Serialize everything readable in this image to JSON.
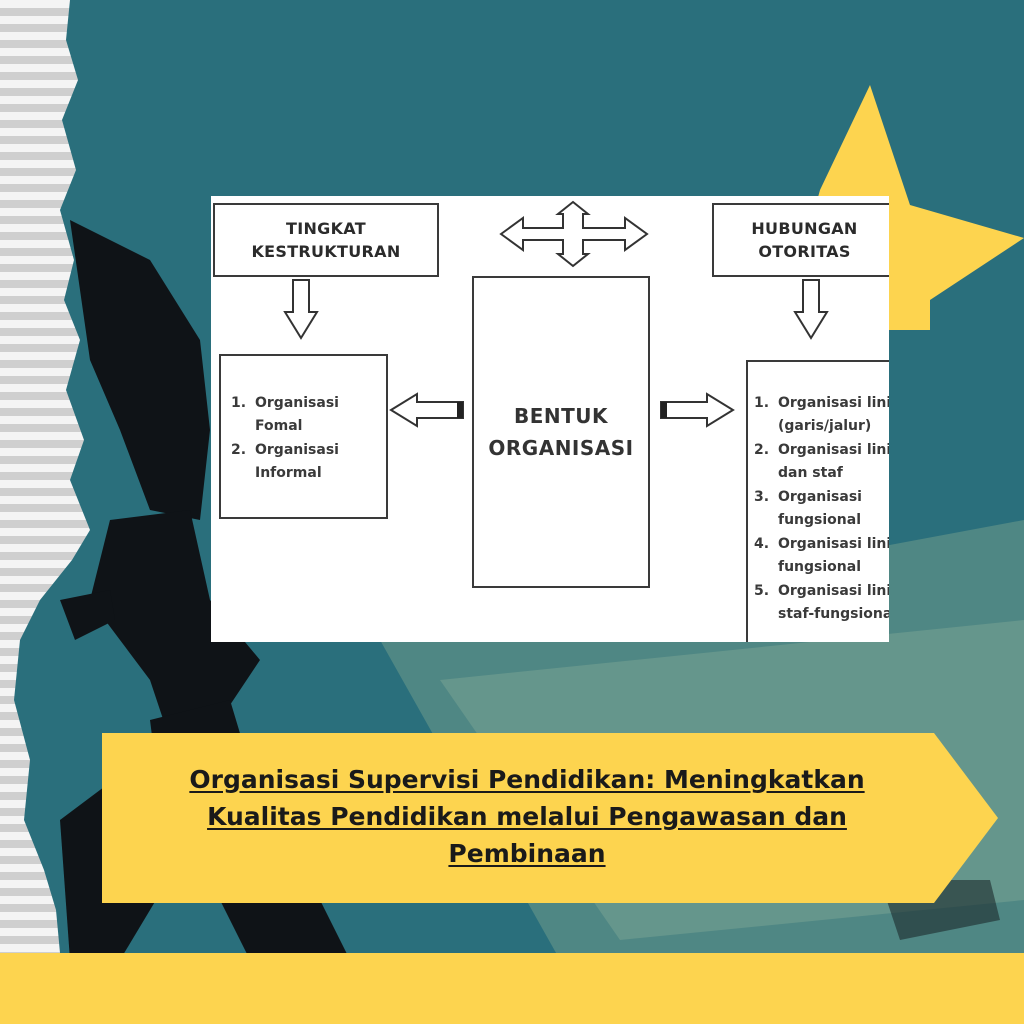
{
  "colors": {
    "background": "#2a6f7c",
    "accent_yellow": "#fdd44f",
    "stripe_light": "#f3f3f3",
    "stripe_dark": "#d0d0d0",
    "silhouette": "#101418",
    "title_text": "#1a1a1a"
  },
  "diagram": {
    "left_header": {
      "line1": "TINGKAT",
      "line2": "KESTRUKTURAN"
    },
    "right_header": {
      "line1": "HUBUNGAN",
      "line2": "OTORITAS"
    },
    "center_box": {
      "line1": "BENTUK",
      "line2": "ORGANISASI"
    },
    "left_list": [
      {
        "num": "1.",
        "text": "Organisasi\nFomal"
      },
      {
        "num": "2.",
        "text": "Organisasi\nInformal"
      }
    ],
    "right_list": [
      {
        "num": "1.",
        "text": "Organisasi lini\n(garis/jalur)"
      },
      {
        "num": "2.",
        "text": "Organisasi lini\ndan staf"
      },
      {
        "num": "3.",
        "text": "Organisasi\nfungsional"
      },
      {
        "num": "4.",
        "text": "Organisasi lini\nfungsional"
      },
      {
        "num": "5.",
        "text": "Organisasi lini\nstaf-fungsional"
      }
    ]
  },
  "banner": {
    "title": "Organisasi Supervisi Pendidikan: Meningkatkan Kualitas Pendidikan melalui Pengawasan dan Pembinaan"
  },
  "decorations": [
    "torn-paper-stripes",
    "star-shape",
    "businessman-silhouette",
    "light-beam"
  ]
}
